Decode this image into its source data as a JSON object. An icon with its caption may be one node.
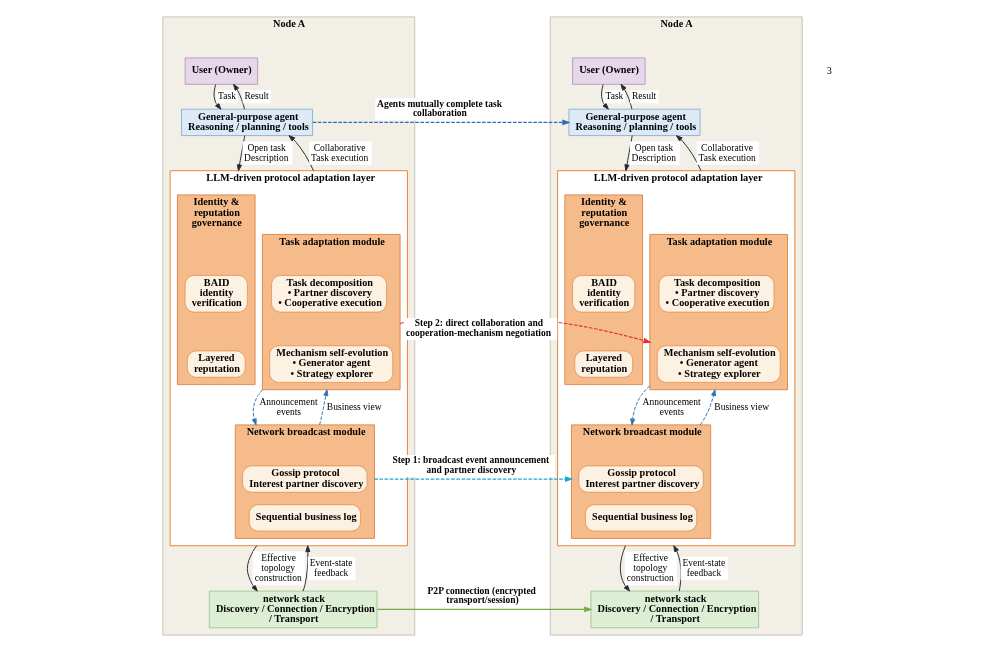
{
  "diagram": {
    "nodes": [
      {
        "text": [
          "Node A"
        ]
      },
      {
        "text": [
          "User (Owner)"
        ],
        "in": 0
      },
      {
        "text": [
          "General-purpose agent",
          "Reasoning / planning / tools"
        ],
        "in": 0
      },
      {
        "text": [
          "LLM-driven protocol adaptation layer"
        ],
        "in": 0
      },
      {
        "text": [
          "Identity & reputation governance"
        ],
        "in": 3
      },
      {
        "text": [
          "BAID identity verification"
        ],
        "in": 4
      },
      {
        "text": [
          "Layered reputation"
        ],
        "in": 4
      },
      {
        "text": [
          "Task adaptation module"
        ],
        "in": 3
      },
      {
        "text": [
          "Task decomposition",
          "• Partner discovery",
          "• Cooperative execution"
        ],
        "in": 7
      },
      {
        "text": [
          "Mechanism self-evolution",
          "• Generator agent",
          "• Strategy explorer"
        ],
        "in": 7
      },
      {
        "text": [
          "Network broadcast module"
        ],
        "in": 3
      },
      {
        "text": [
          "Gossip protocol",
          "Interest partner discovery"
        ],
        "in": 10
      },
      {
        "text": [
          "Sequential business log"
        ],
        "in": 10
      },
      {
        "text": [
          "network stack",
          "Discovery / Connection / Encryption / Transport"
        ],
        "in": 0
      },
      {
        "text": [
          "Node A"
        ]
      },
      {
        "text": [
          "User (Owner)"
        ],
        "in": 14
      },
      {
        "text": [
          "General-purpose agent",
          "Reasoning / planning / tools"
        ],
        "in": 14
      },
      {
        "text": [
          "LLM-driven protocol adaptation layer"
        ],
        "in": 14
      },
      {
        "text": [
          "Identity & reputation governance"
        ],
        "in": 17
      },
      {
        "text": [
          "BAID identity verification"
        ],
        "in": 18
      },
      {
        "text": [
          "Layered reputation"
        ],
        "in": 18
      },
      {
        "text": [
          "Task adaptation module"
        ],
        "in": 17
      },
      {
        "text": [
          "Task decomposition",
          "• Partner discovery",
          "• Cooperative execution"
        ],
        "in": 21
      },
      {
        "text": [
          "Mechanism self-evolution",
          "• Generator agent",
          "• Strategy explorer"
        ],
        "in": 21
      },
      {
        "text": [
          "Network broadcast module"
        ],
        "in": 17
      },
      {
        "text": [
          "Gossip protocol",
          "Interest partner discovery"
        ],
        "in": 24
      },
      {
        "text": [
          "Sequential business log"
        ],
        "in": 24
      },
      {
        "text": [
          "network stack",
          "Discovery / Connection / Encryption / Transport"
        ],
        "in": 14
      }
    ],
    "edges": [
      {
        "from": 1,
        "to": 2,
        "arrow": "to",
        "label": "Task"
      },
      {
        "from": 2,
        "to": 1,
        "arrow": "to",
        "label": "Result"
      },
      {
        "from": 2,
        "to": 3,
        "arrow": "to",
        "label": "Open task Description"
      },
      {
        "from": 3,
        "to": 2,
        "arrow": "to",
        "label": "Collaborative Task execution"
      },
      {
        "from": 7,
        "to": 10,
        "arrow": "to",
        "label": "Announcement events",
        "style": "dashed",
        "color": "#2e75b6"
      },
      {
        "from": 10,
        "to": 7,
        "arrow": "to",
        "label": "Business view",
        "style": "dashed",
        "color": "#2e75b6"
      },
      {
        "from": 3,
        "to": 13,
        "arrow": "to",
        "label": "Effective topology construction"
      },
      {
        "from": 13,
        "to": 3,
        "arrow": "to",
        "label": "Event-state feedback"
      },
      {
        "from": 15,
        "to": 16,
        "arrow": "to",
        "label": "Task"
      },
      {
        "from": 16,
        "to": 15,
        "arrow": "to",
        "label": "Result"
      },
      {
        "from": 16,
        "to": 17,
        "arrow": "to",
        "label": "Open task Description"
      },
      {
        "from": 17,
        "to": 16,
        "arrow": "to",
        "label": "Collaborative Task execution"
      },
      {
        "from": 21,
        "to": 24,
        "arrow": "to",
        "label": "Announcement events",
        "style": "dashed",
        "color": "#2e75b6"
      },
      {
        "from": 24,
        "to": 21,
        "arrow": "to",
        "label": "Business view",
        "style": "dashed",
        "color": "#2e75b6"
      },
      {
        "from": 17,
        "to": 27,
        "arrow": "to",
        "label": "Effective topology construction"
      },
      {
        "from": 27,
        "to": 17,
        "arrow": "to",
        "label": "Event-state feedback"
      },
      {
        "from": 2,
        "to": 16,
        "arrow": "to",
        "label": "Agents mutually complete task collaboration",
        "style": "dashed",
        "color": "#2f6db3"
      },
      {
        "from": 7,
        "to": 21,
        "arrow": "to",
        "label": "Step 2: direct collaboration and cooperation-mechanism negotiation",
        "style": "dashed",
        "color": "#e03232"
      },
      {
        "from": 10,
        "to": 24,
        "arrow": "to",
        "label": "Step 1: broadcast event announcement and partner discovery",
        "style": "dashed",
        "color": "#1fa6d8"
      },
      {
        "from": 13,
        "to": 27,
        "arrow": "to",
        "label": "P2P connection (encrypted transport/session)",
        "color": "#70ad47"
      }
    ],
    "labels": [
      "3"
    ]
  }
}
